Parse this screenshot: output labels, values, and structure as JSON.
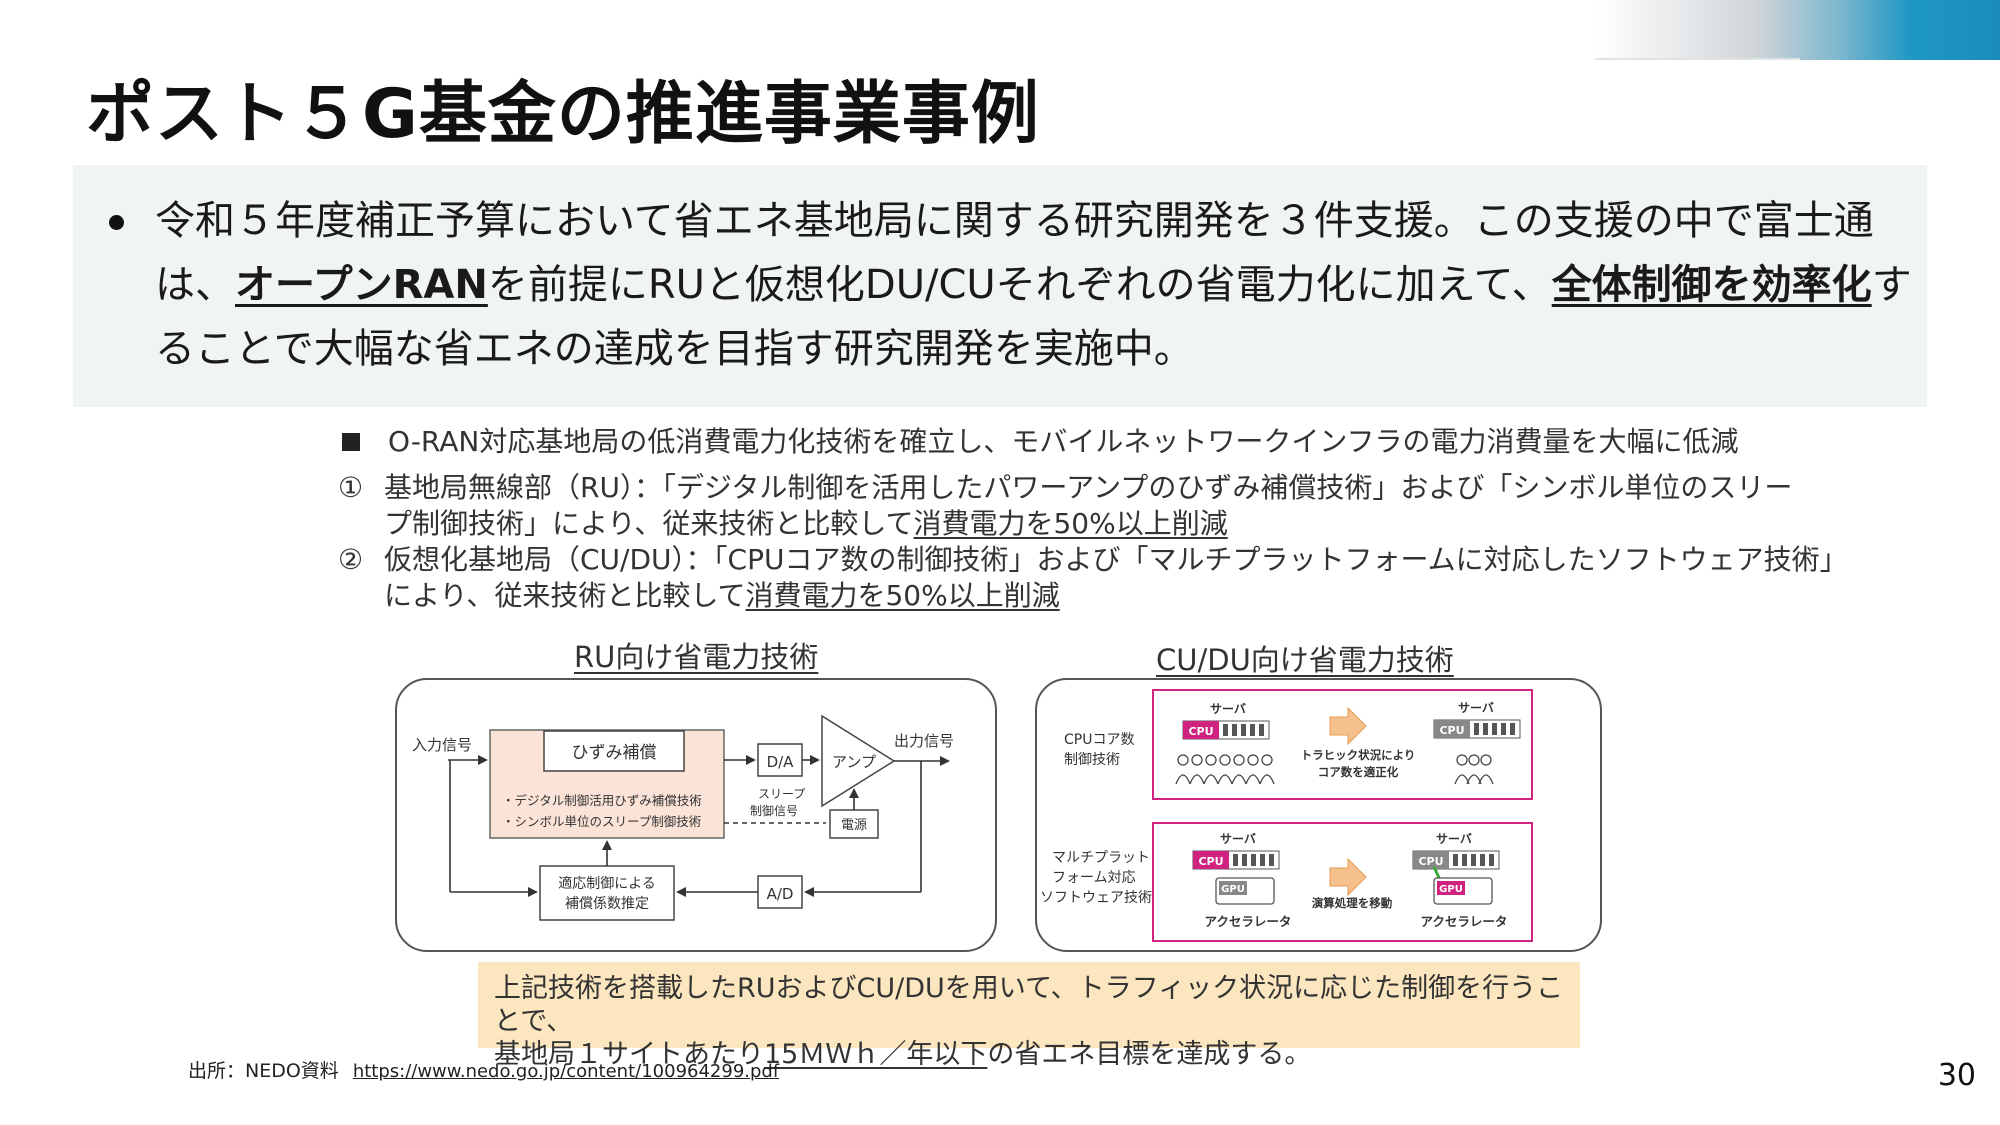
{
  "title": "ポスト５G基金の推進事業事例",
  "summary": {
    "p1": "令和５年度補正予算において省エネ基地局に関する研究開発を３件支援。この支援の中で富士通は、",
    "em1": "オープンRAN",
    "p2": "を前提にRUと仮想化DU/CUそれぞれの省電力化に加えて、",
    "em2": "全体制御を効率化",
    "p3": "することで大幅な省エネの達成を目指す研究開発を実施中。"
  },
  "figure": {
    "headline": "O-RAN対応基地局の低消費電力化技術を確立し、モバイルネットワークインフラの電力消費量を大幅に低減",
    "item1": {
      "marker": "①",
      "line1": "基地局無線部（RU）：「デジタル制御を活用したパワーアンプのひずみ補償技術」および「シンボル単位のスリー",
      "line2a": "プ制御技術」により、従来技術と比較して",
      "line2u": "消費電力を50%以上削減"
    },
    "item2": {
      "marker": "②",
      "line1": "仮想化基地局（CU/DU）：「CPUコア数の制御技術」および「マルチプラットフォームに対応したソフトウェア技術」",
      "line2a": "により、従来技術と比較して",
      "line2u": "消費電力を50%以上削減"
    },
    "ru": {
      "title": "RU向け省電力技術",
      "input": "入力信号",
      "output": "出力信号",
      "distortion": "ひずみ補償",
      "tech1": "・デジタル制御活用ひずみ補償技術",
      "tech2": "・シンボル単位のスリープ制御技術",
      "da": "D/A",
      "ad": "A/D",
      "amp": "アンプ",
      "sleep1": "スリープ",
      "sleep2": "制御信号",
      "power": "電源",
      "adapt1": "適応制御による",
      "adapt2": "補償係数推定"
    },
    "cudu": {
      "title": "CU/DU向け省電力技術",
      "cpu_label1": "CPUコア数",
      "cpu_label2": "制御技術",
      "server": "サーバ",
      "cpu": "CPU",
      "gpu": "GPU",
      "traffic1": "トラヒック状況により",
      "traffic2": "コア数を適正化",
      "multi1": "マルチプラット",
      "multi2": "フォーム対応",
      "multi3": "ソフトウェア技術",
      "accel": "アクセラレータ",
      "move": "演算処理を移動"
    },
    "conclusion": {
      "line1": "上記技術を搭載したRUおよびCU/DUを用いて、トラフィック状況に応じた制御を行うことで、",
      "line2a": "基地局１サイトあたり",
      "line2u": "15ＭＷｈ／年以下",
      "line2b": "の省エネ目標を達成する。"
    }
  },
  "source": {
    "label": "出所：NEDO資料",
    "url": "https://www.nedo.go.jp/content/100964299.pdf"
  },
  "page_number": "30",
  "colors": {
    "accent_blue": "#1a8cbb",
    "magenta": "#d0237f",
    "highlight": "#fbe6bf",
    "ru_fill": "#fbe3d7",
    "arrow_orange": "#f6c08c"
  }
}
